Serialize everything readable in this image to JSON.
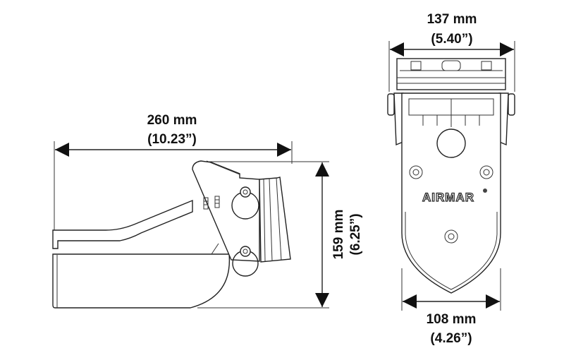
{
  "side_view": {
    "length_mm": "260 mm",
    "length_in": "(10.23”)",
    "height_mm": "159 mm",
    "height_in": "(6.25”)"
  },
  "front_view": {
    "top_width_mm": "137 mm",
    "top_width_in": "(5.40”)",
    "bottom_width_mm": "108 mm",
    "bottom_width_in": "(4.26”)",
    "logo": "AIRMAR"
  }
}
